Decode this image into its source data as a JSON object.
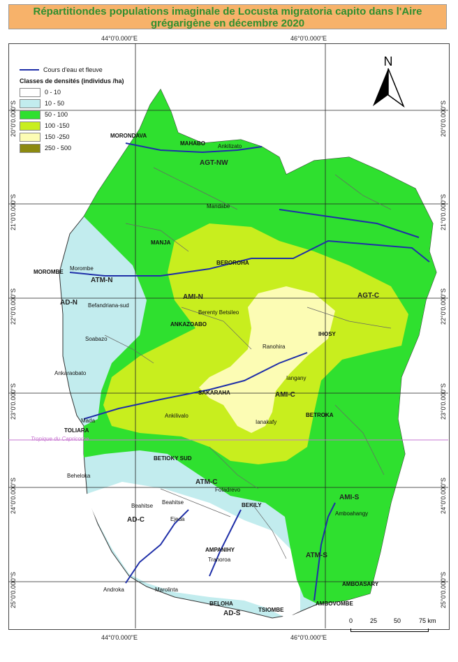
{
  "title": "Répartitiondes populations imaginale  de Locusta migratoria capito  dans l'Aire grégarigène en décembre 2020",
  "coords": {
    "top_left": "44°0'0.000\"E",
    "top_right": "46°0'0.000\"E",
    "bottom_left": "44°0'0.000\"E",
    "bottom_right": "46°0'0.000\"E",
    "lat": [
      "20°0'0.000\"S",
      "21°0'0.000\"S",
      "22°0'0.000\"S",
      "23°0'0.000\"S",
      "24°0'0.000\"S",
      "25°0'0.000\"S"
    ]
  },
  "legend": {
    "river": "Cours d'eau et fleuve",
    "classes_title": "Classes de densités (individus /ha)",
    "classes": [
      {
        "label": "0 - 10",
        "color": "#ffffff"
      },
      {
        "label": "10 - 50",
        "color": "#c2ecee"
      },
      {
        "label": "50 - 100",
        "color": "#2fe02f"
      },
      {
        "label": "100 -150",
        "color": "#c8ee1e"
      },
      {
        "label": "150 -250",
        "color": "#fcfcb4"
      },
      {
        "label": "250 - 500",
        "color": "#8c8a10"
      }
    ]
  },
  "north": "N",
  "scale": {
    "ticks": [
      "0",
      "25",
      "50",
      "75 km"
    ]
  },
  "tropic": "Tropique  du Capricorne",
  "places": {
    "morondava": "MORONDAVA",
    "mahabo": "MAHABO",
    "ankilizato": "Ankilizato",
    "mandabe": "Mandabe",
    "manja": "MANJA",
    "beroroha": "BEROROHA",
    "morombe1": "MOROMBE",
    "morombe2": "Morombe",
    "befandriana": "Befandriana-sud",
    "berenty": "Berenty Betsileo",
    "ankazoabo": "ANKAZOABO",
    "ihosy": "IHOSY",
    "ranohira": "Ranohira",
    "soabazo": "Soabazo",
    "ankaraobato": "Ankaraobato",
    "iangany": "Iangany",
    "sakaraha": "SAKARAHA",
    "ankilivalo": "Ankilivalo",
    "lanakafy": "Ianakafy",
    "betroka": "BETROKA",
    "mada": "Mada",
    "toliara": "TOLIARA",
    "betioky": "BETIOKY SUD",
    "beheloka": "Beheloka",
    "fotadrevo": "Fotadrevo",
    "beahitse1": "Beahitse",
    "beahitse2": "Beahitse",
    "ejeda": "Ejeda",
    "bekily": "BEKILY",
    "amboahangy": "Amboahangy",
    "ampanihy": "AMPANIHY",
    "tranoroa": "Tranoroa",
    "androka": "Androka",
    "marolinta": "Marolinta",
    "beloha": "BELOHA",
    "tsiombe": "TSIOMBE",
    "ambovombe": "AMBOVOMBE",
    "amboasary": "AMBOASARY"
  },
  "zones": {
    "agt_nw": "AGT-NW",
    "atm_n": "ATM-N",
    "ad_n": "AD-N",
    "ami_n": "AMI-N",
    "agt_c": "AGT-C",
    "ami_c": "AMI-C",
    "atm_c": "ATM-C",
    "ad_c": "AD-C",
    "ami_s": "AMI-S",
    "atm_s": "ATM-S",
    "ad_s": "AD-S"
  }
}
